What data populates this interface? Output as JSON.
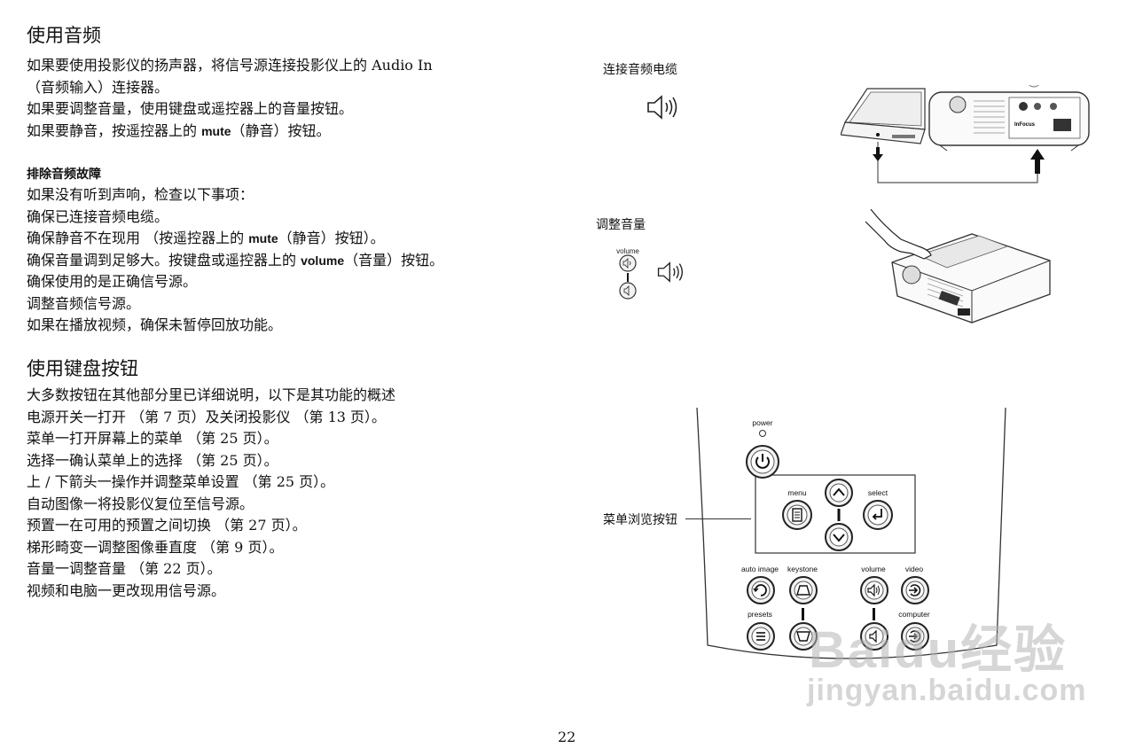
{
  "section1": {
    "title": "使用音频",
    "lines": [
      {
        "pre": "如果要使用投影仪的扬声器，将信号源连接投影仪上的 Audio In"
      },
      {
        "pre": "（音频输入）连接器。"
      },
      {
        "pre": "如果要调整音量，使用键盘或遥控器上的音量按钮。"
      },
      {
        "pre": "如果要静音，按遥控器上的 ",
        "kw": "mute",
        "post": "（静音）按钮。"
      }
    ]
  },
  "troubleshoot": {
    "title": "排除音频故障",
    "lines": [
      {
        "pre": "如果没有听到声响，检查以下事项："
      },
      {
        "pre": "确保已连接音频电缆。"
      },
      {
        "pre": "确保静音不在现用 （按遥控器上的 ",
        "kw": "mute",
        "post": "（静音）按钮）。"
      },
      {
        "pre": "确保音量调到足够大。按键盘或遥控器上的 ",
        "kw": "volume",
        "post": "（音量）按钮。"
      },
      {
        "pre": "确保使用的是正确信号源。"
      },
      {
        "pre": "调整音频信号源。"
      },
      {
        "pre": "如果在播放视频，确保未暂停回放功能。"
      }
    ]
  },
  "section2": {
    "title": "使用键盘按钮",
    "lines": [
      {
        "pre": "大多数按钮在其他部分里已详细说明，以下是其功能的概述"
      },
      {
        "pre": "电源开关一打开 （第 7 页）及关闭投影仪 （第 13 页）。"
      },
      {
        "pre": "菜单一打开屏幕上的菜单 （第 25 页）。"
      },
      {
        "pre": "选择一确认菜单上的选择 （第 25 页）。"
      },
      {
        "pre": "上 / 下箭头一操作并调整菜单设置 （第 25 页）。"
      },
      {
        "pre": "自动图像一将投影仪复位至信号源。"
      },
      {
        "pre": "预置一在可用的预置之间切换 （第 27 页）。"
      },
      {
        "pre": "梯形畸变一调整图像垂直度 （第 9 页）。"
      },
      {
        "pre": "音量一调整音量 （第 22 页）。"
      },
      {
        "pre": "视频和电脑一更改现用信号源。"
      }
    ]
  },
  "figures": {
    "connect_audio_caption": "连接音频电缆",
    "adjust_volume_caption": "调整音量",
    "menu_nav_caption": "菜单浏览按钮",
    "volume_small_label": "volume",
    "keypad_brand": "InFocus"
  },
  "keypad": {
    "power": "power",
    "menu": "menu",
    "select": "select",
    "auto_image": "auto image",
    "keystone": "keystone",
    "volume": "volume",
    "video": "video",
    "presets": "presets",
    "computer": "computer"
  },
  "page_number": "22",
  "watermark": {
    "logo": "Baidu经验",
    "url": "jingyan.baidu.com"
  }
}
